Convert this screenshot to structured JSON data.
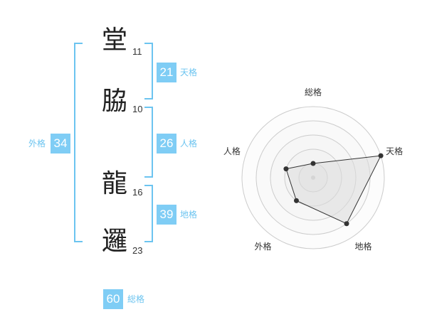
{
  "name": {
    "chars": [
      {
        "char": "堂",
        "strokes": "11"
      },
      {
        "char": "脇",
        "strokes": "10"
      },
      {
        "char": "龍",
        "strokes": "16"
      },
      {
        "char": "邏",
        "strokes": "23"
      }
    ]
  },
  "scores": {
    "tenkaku": {
      "value": "21",
      "label": "天格"
    },
    "jinkaku": {
      "value": "26",
      "label": "人格"
    },
    "chikaku": {
      "value": "39",
      "label": "地格"
    },
    "gaikaku": {
      "value": "34",
      "label": "外格"
    },
    "soukaku": {
      "value": "60",
      "label": "総格"
    }
  },
  "colors": {
    "accent": "#7fcdf5",
    "bracket": "#6cc4f0"
  },
  "chart_data": {
    "type": "radar",
    "axes": [
      "総格",
      "天格",
      "地格",
      "外格",
      "人格"
    ],
    "levels": 5,
    "values": [
      1,
      5,
      4,
      2,
      2
    ],
    "max": 5
  }
}
